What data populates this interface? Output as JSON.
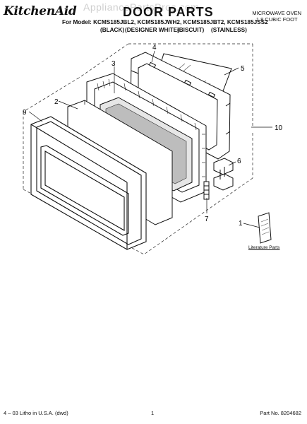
{
  "header": {
    "brand": "KitchenAid",
    "title": "DOOR PARTS",
    "watermark": "AppliancePartsPros.com",
    "product_line1": "MICROWAVE OVEN",
    "product_line2": "1.8 CUBIC FOOT",
    "model_line": "For Model: KCMS185JBL2, KCMS185JWH2, KCMS185JBT2, KCMS185JSS2",
    "variants": [
      "(BLACK)",
      "(DESIGNER WHITE)",
      "(BISCUIT)",
      "(STAINLESS)"
    ]
  },
  "callouts": [
    "1",
    "2",
    "3",
    "4",
    "5",
    "6",
    "7",
    "9",
    "10"
  ],
  "literature_label": "Literature Parts",
  "footer": {
    "left": "4 – 03 Litho in U.S.A. (dwd)",
    "center": "1",
    "right": "Part No. 8204682"
  }
}
